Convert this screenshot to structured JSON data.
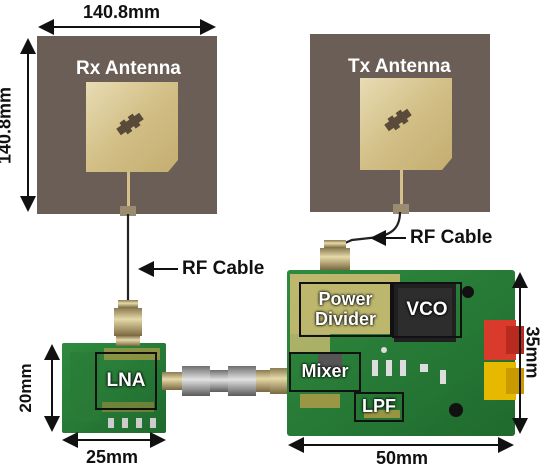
{
  "dimensions": {
    "rx_antenna_width": "140.8mm",
    "rx_antenna_height": "140.8mm",
    "lna_width": "25mm",
    "lna_height": "20mm",
    "board_width": "50mm",
    "board_height": "35mm"
  },
  "antennas": {
    "rx_label": "Rx Antenna",
    "tx_label": "Tx Antenna"
  },
  "cables": {
    "rx_cable_label": "RF Cable",
    "tx_cable_label": "RF Cable"
  },
  "components": {
    "lna": "LNA",
    "power_divider": "Power Divider",
    "vco": "VCO",
    "mixer": "Mixer",
    "lpf": "LPF"
  }
}
